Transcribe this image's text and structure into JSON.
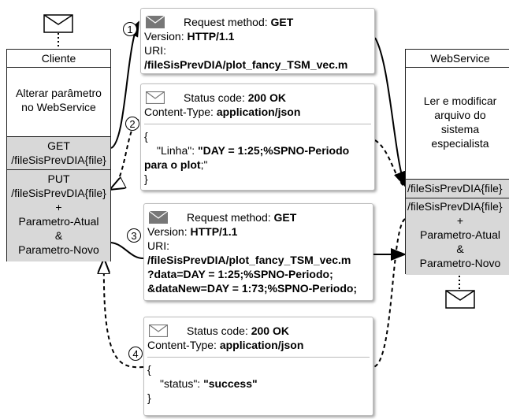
{
  "client": {
    "title": "Cliente",
    "description_lines": [
      "Alterar parâmetro",
      "no WebService"
    ],
    "port_get": [
      "GET",
      "/fileSisPrevDIA{file}"
    ],
    "port_put": [
      "PUT",
      "/fileSisPrevDIA{file}",
      "+",
      "Parametro-Atual",
      "&",
      "Parametro-Novo"
    ]
  },
  "service": {
    "title": "WebService",
    "description_lines": [
      "Ler e modificar",
      "arquivo do",
      "sistema",
      "especialista"
    ],
    "port_get": [
      "/fileSisPrevDIA{file}"
    ],
    "port_put": [
      "/fileSisPrevDIA{file}",
      "+",
      "Parametro-Atual",
      "&",
      "Parametro-Novo"
    ]
  },
  "messages": [
    {
      "badge": "1",
      "method_label": "Request method: ",
      "method_value": "GET",
      "version_label": "Version: ",
      "version_value": "HTTP/1.1",
      "uri_label": "URI:",
      "uri_value": "/fileSisPrevDIA/plot_fancy_TSM_vec.m"
    },
    {
      "badge": "2",
      "status_label": "Status code: ",
      "status_value": "200 OK",
      "ctype_label": "Content-Type: ",
      "ctype_value": "application/json",
      "body_open": "{",
      "body_key": "\"Linha\": ",
      "body_value": "\"DAY = 1:25;%SPNO-Periodo",
      "body_value2": "para o plot",
      "body_tail": ";\"",
      "body_close": "}"
    },
    {
      "badge": "3",
      "method_label": "Request method: ",
      "method_value": "GET",
      "version_label": "Version: ",
      "version_value": "HTTP/1.1",
      "uri_label": "URI:",
      "uri_value": "/fileSisPrevDIA/plot_fancy_TSM_vec.m",
      "query1": "?data=DAY = 1:25;%SPNO-Periodo;",
      "query2": "&dataNew=DAY = 1:73;%SPNO-Periodo;"
    },
    {
      "badge": "4",
      "status_label": "Status code: ",
      "status_value": "200 OK",
      "ctype_label": "Content-Type: ",
      "ctype_value": "application/json",
      "body_open": "{",
      "body_key": "\"status\": ",
      "body_value": "\"success\"",
      "body_close": "}"
    }
  ],
  "colors": {
    "port_fill": "#d8d8d8",
    "line": "#000000",
    "envelope": "#777777"
  }
}
